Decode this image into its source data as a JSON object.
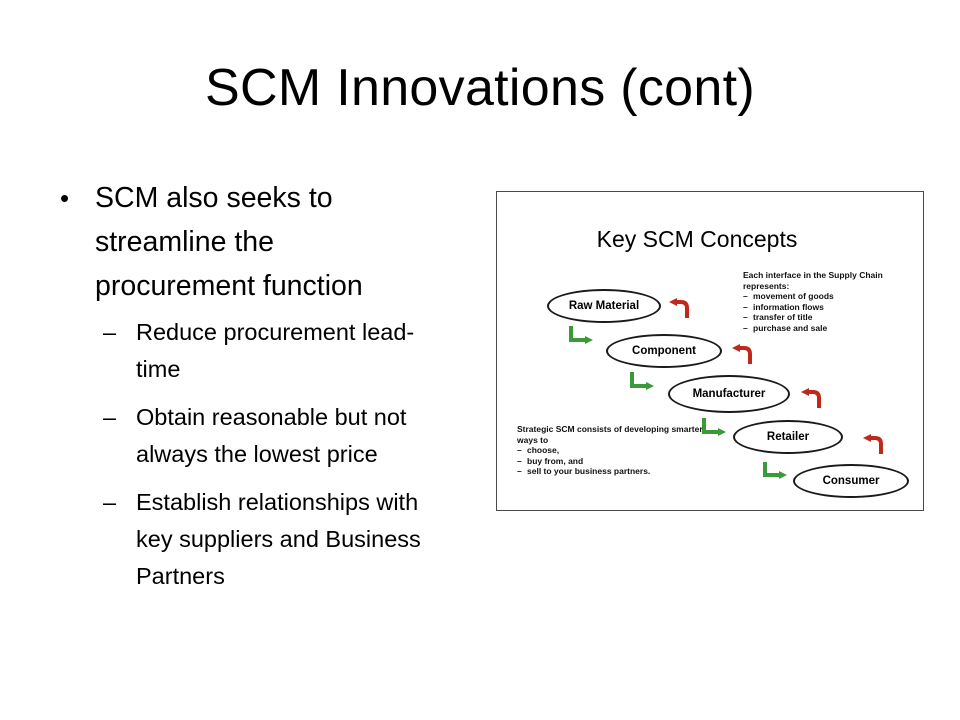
{
  "slide": {
    "title": "SCM Innovations (cont)",
    "bullet": "SCM also seeks to streamline the procurement function",
    "sub_bullets": [
      "Reduce procurement lead-time",
      "Obtain reasonable but not always the lowest price",
      "Establish relationships with key suppliers and Business Partners"
    ]
  },
  "figure": {
    "title": "Key SCM Concepts",
    "stages": [
      "Raw Material",
      "Component",
      "Manufacturer",
      "Retailer",
      "Consumer"
    ],
    "interface_note": {
      "heading": "Each interface in the Supply Chain represents:",
      "items": [
        "movement of goods",
        "information flows",
        "transfer of title",
        "purchase and sale"
      ]
    },
    "strategic_note": {
      "heading": "Strategic SCM consists of developing smarter ways to",
      "items": [
        "choose,",
        "buy from, and",
        "sell to your business partners."
      ]
    },
    "colors": {
      "forward_arrow": "#3a9a3a",
      "backward_arrow": "#c0281c"
    }
  }
}
